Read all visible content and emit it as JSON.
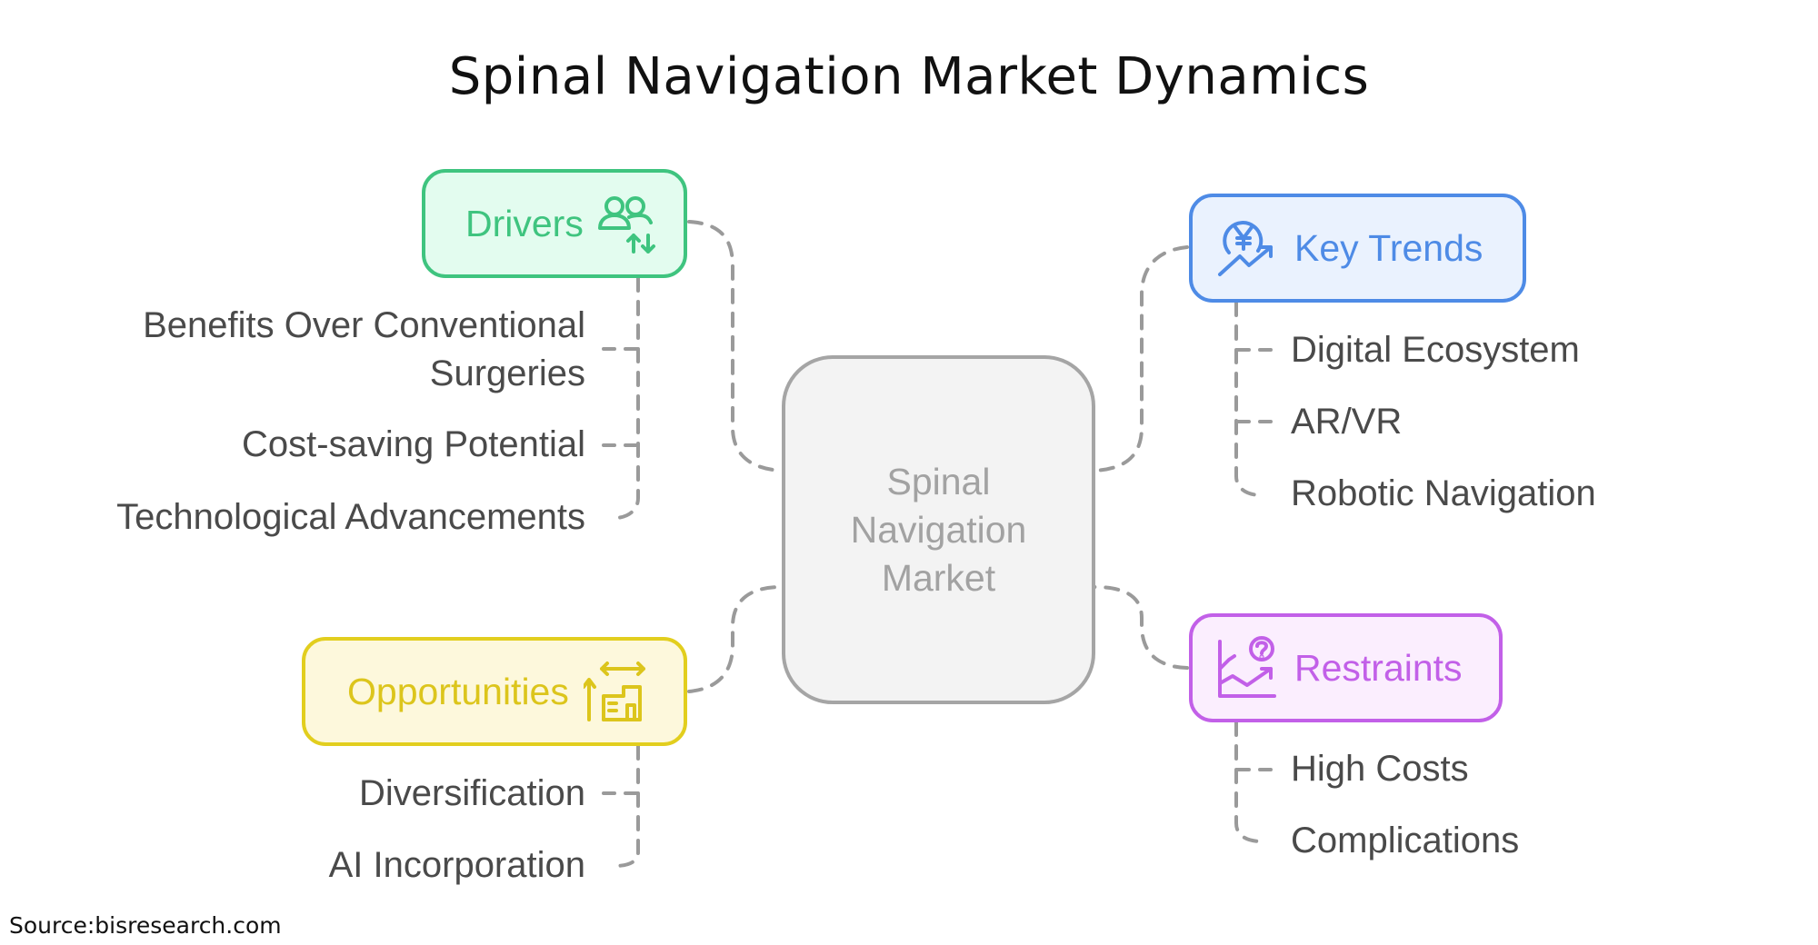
{
  "title": "Spinal Navigation Market Dynamics",
  "center": {
    "lines": [
      "Spinal",
      "Navigation",
      "Market"
    ]
  },
  "categories": {
    "drivers": {
      "label": "Drivers",
      "icon": "users-swap-icon",
      "color": "#3fc47f",
      "items": [
        "Benefits Over Conventional",
        "Cost-saving Potential",
        "Technological Advancements"
      ],
      "item0_line2": "Surgeries"
    },
    "key_trends": {
      "label": "Key Trends",
      "icon": "yen-growth-icon",
      "color": "#4e8be6",
      "items": [
        "Digital Ecosystem",
        "AR/VR",
        "Robotic Navigation"
      ]
    },
    "restraints": {
      "label": "Restraints",
      "icon": "chart-question-icon",
      "color": "#c260e8",
      "items": [
        "High Costs",
        "Complications"
      ]
    },
    "opportunities": {
      "label": "Opportunities",
      "icon": "building-expansion-icon",
      "color": "#dcc51c",
      "items": [
        "Diversification",
        "AI Incorporation"
      ]
    }
  },
  "source": "Source:bisresearch.com"
}
